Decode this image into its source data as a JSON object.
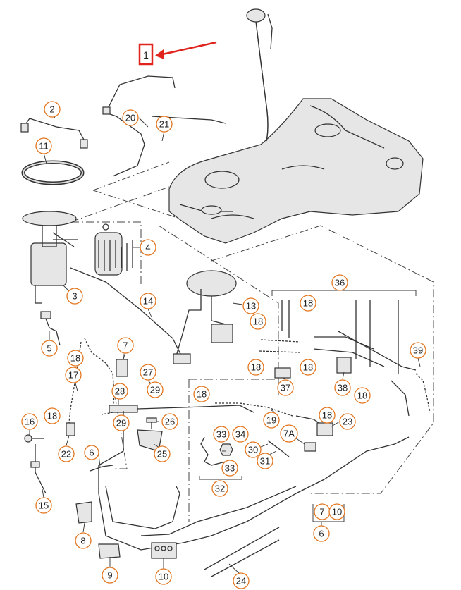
{
  "diagram": {
    "accent_color": "#e3761f",
    "highlight_color": "#e0231c",
    "top_label": "1",
    "callouts": [
      "2",
      "11",
      "20",
      "21",
      "4",
      "3",
      "5",
      "14",
      "13",
      "18",
      "7",
      "17",
      "27",
      "29",
      "28",
      "26",
      "25",
      "22",
      "16",
      "15",
      "6",
      "8",
      "9",
      "10",
      "24",
      "36",
      "39",
      "37",
      "38",
      "19",
      "33",
      "34",
      "30",
      "31",
      "32",
      "7A",
      "23"
    ]
  }
}
